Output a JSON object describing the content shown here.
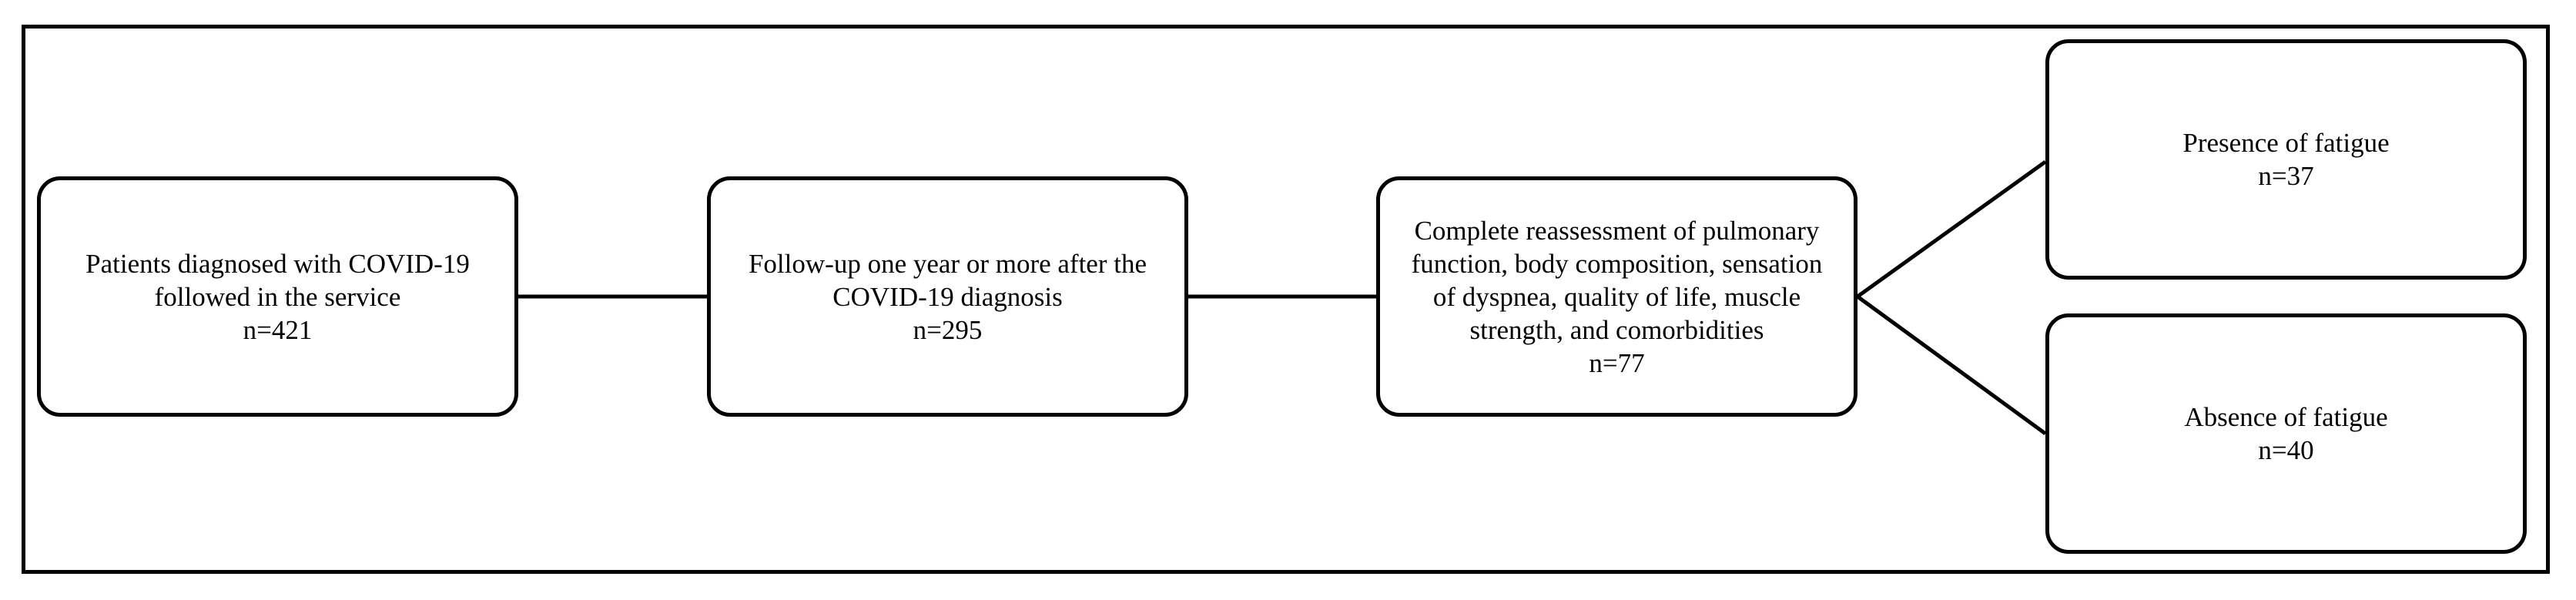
{
  "nodes": {
    "patients": {
      "text": "Patients diagnosed with COVID-19 followed in the service",
      "count": "n=421"
    },
    "followup": {
      "text": "Follow-up one year or more after the COVID-19 diagnosis",
      "count": "n=295"
    },
    "reassessment": {
      "text": "Complete reassessment of pulmonary function, body composition, sensation of dyspnea, quality of life, muscle strength, and comorbidities",
      "count": "n=77"
    },
    "presence": {
      "text": "Presence of fatigue",
      "count": "n=37"
    },
    "absence": {
      "text": "Absence of fatigue",
      "count": "n=40"
    }
  },
  "edges": [
    [
      "patients",
      "followup"
    ],
    [
      "followup",
      "reassessment"
    ],
    [
      "reassessment",
      "presence"
    ],
    [
      "reassessment",
      "absence"
    ]
  ]
}
